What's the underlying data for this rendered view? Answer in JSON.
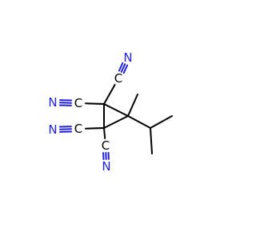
{
  "molecule": {
    "atoms": [
      {
        "symbol": "C",
        "visible": false
      },
      {
        "symbol": "C",
        "visible": false
      },
      {
        "symbol": "C",
        "visible": false
      },
      {
        "symbol": "C",
        "visible": true,
        "label": "C"
      },
      {
        "symbol": "N",
        "visible": true,
        "label": "N"
      },
      {
        "symbol": "C",
        "visible": true,
        "label": "C"
      },
      {
        "symbol": "N",
        "visible": true,
        "label": "N"
      },
      {
        "symbol": "C",
        "visible": true,
        "label": "C"
      },
      {
        "symbol": "N",
        "visible": true,
        "label": "N"
      },
      {
        "symbol": "C",
        "visible": true,
        "label": "C"
      },
      {
        "symbol": "N",
        "visible": true,
        "label": "N"
      },
      {
        "symbol": "C",
        "visible": false
      },
      {
        "symbol": "C",
        "visible": false
      },
      {
        "symbol": "C",
        "visible": false
      },
      {
        "symbol": "C",
        "visible": false
      }
    ],
    "bonds": [
      {
        "a": 0,
        "b": 1,
        "order": 1
      },
      {
        "a": 0,
        "b": 2,
        "order": 1
      },
      {
        "a": 1,
        "b": 2,
        "order": 1
      },
      {
        "a": 0,
        "b": 3,
        "order": 1
      },
      {
        "a": 3,
        "b": 4,
        "order": 3
      },
      {
        "a": 0,
        "b": 5,
        "order": 1
      },
      {
        "a": 5,
        "b": 6,
        "order": 3
      },
      {
        "a": 1,
        "b": 7,
        "order": 1
      },
      {
        "a": 7,
        "b": 8,
        "order": 3
      },
      {
        "a": 1,
        "b": 9,
        "order": 1
      },
      {
        "a": 9,
        "b": 10,
        "order": 3
      },
      {
        "a": 2,
        "b": 11,
        "order": 1
      },
      {
        "a": 2,
        "b": 12,
        "order": 1
      },
      {
        "a": 12,
        "b": 13,
        "order": 1
      },
      {
        "a": 12,
        "b": 14,
        "order": 1
      }
    ]
  },
  "colors": {
    "carbon": "#000000",
    "nitrogen": "#2222dd",
    "background": "#ffffff"
  }
}
